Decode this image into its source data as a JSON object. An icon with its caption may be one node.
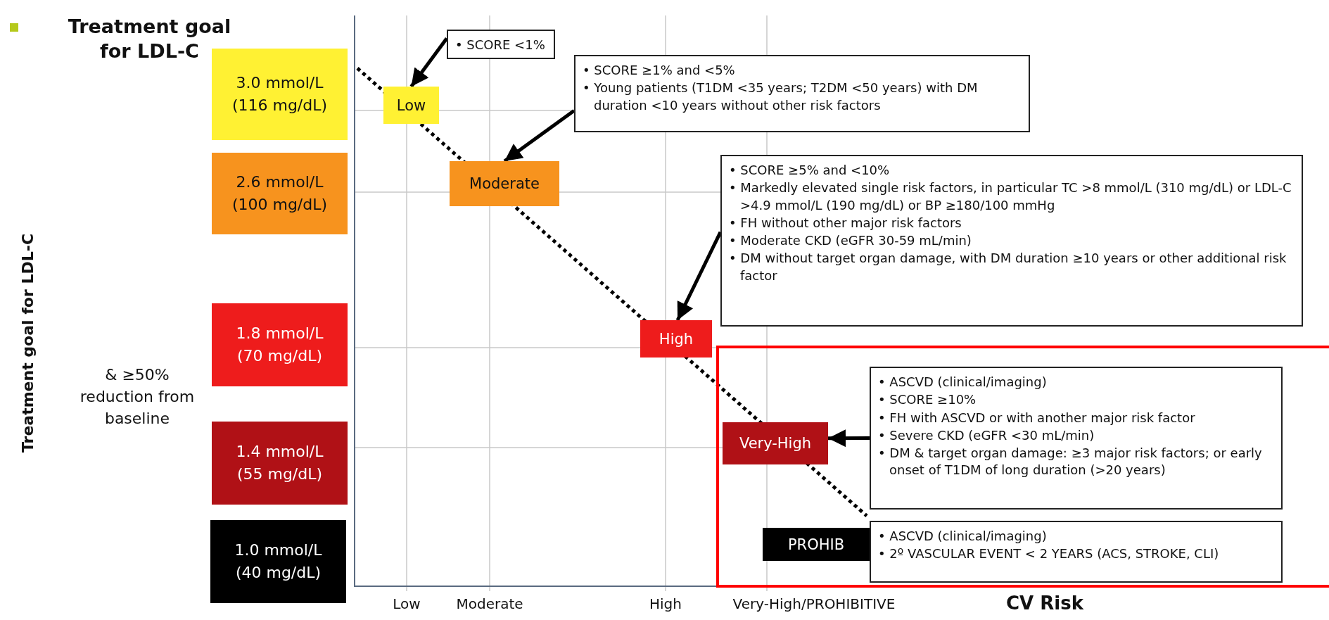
{
  "diagram": {
    "title": "Treatment goal for LDL-C",
    "nodes": [
      {
        "text": [
          "3.0 mmol/L (116 mg/dL)"
        ]
      },
      {
        "text": [
          "• SCORE <1%"
        ]
      },
      {
        "text": [
          "Low"
        ]
      },
      {
        "text": [
          "• SCORE ≥1% and <5%",
          "• Young patients (T1DM <35 years; T2DM <50 years) with DM duration <10 years without other risk factors"
        ]
      },
      {
        "text": [
          "2.6 mmol/L (100 mg/dL)"
        ]
      },
      {
        "text": [
          "Moderate"
        ]
      },
      {
        "text": [
          "• SCORE ≥5% and <10%",
          "• Markedly elevated single risk factors, in particular TC >8 mmol/L (310 mg/dL) or LDL-C >4.9 mmol/L (190 mg/dL) or BP ≥180/100 mmHg",
          "• FH without other major risk factors",
          "• Moderate CKD (eGFR 30-59 mL/min)",
          "• DM without target organ damage, with DM duration ≥10 years or other additional risk factor"
        ]
      },
      {
        "text": [
          "1.8 mmol/L (70 mg/dL)"
        ]
      },
      {
        "text": [
          "High"
        ]
      },
      {
        "text": [
          "• ASCVD (clinical/imaging)",
          "• SCORE ≥10%",
          "• FH with ASCVD or with another major risk factor",
          "• Severe CKD (eGFR <30 mL/min)",
          "• DM & target organ damage: ≥3 major risk factors; or early onset of T1DM of long duration (>20 years)"
        ]
      },
      {
        "text": [
          "1.4 mmol/L (55 mg/dL)"
        ]
      },
      {
        "text": [
          "Very-High"
        ]
      },
      {
        "text": [
          "1.0 mmol/L (40 mg/dL)"
        ]
      },
      {
        "text": [
          "PROHIB"
        ]
      },
      {
        "text": [
          "• ASCVD (clinical/imaging)",
          "• 2º VASCULAR EVENT < 2 YEARS (ACS, STROKE, CLI)"
        ]
      }
    ],
    "edges": [
      {
        "from": 1,
        "to": 2,
        "arrow": "to"
      },
      {
        "from": 3,
        "to": 5,
        "arrow": "to"
      },
      {
        "from": 6,
        "to": 8,
        "arrow": "to"
      },
      {
        "from": 9,
        "to": 11,
        "arrow": "to"
      }
    ],
    "labels": [
      "Treatment goal for LDL-C",
      "& ≥50% reduction from baseline",
      "Low",
      "Moderate",
      "High",
      "Very-High/PROHIBITIVE",
      "CV Risk"
    ]
  }
}
